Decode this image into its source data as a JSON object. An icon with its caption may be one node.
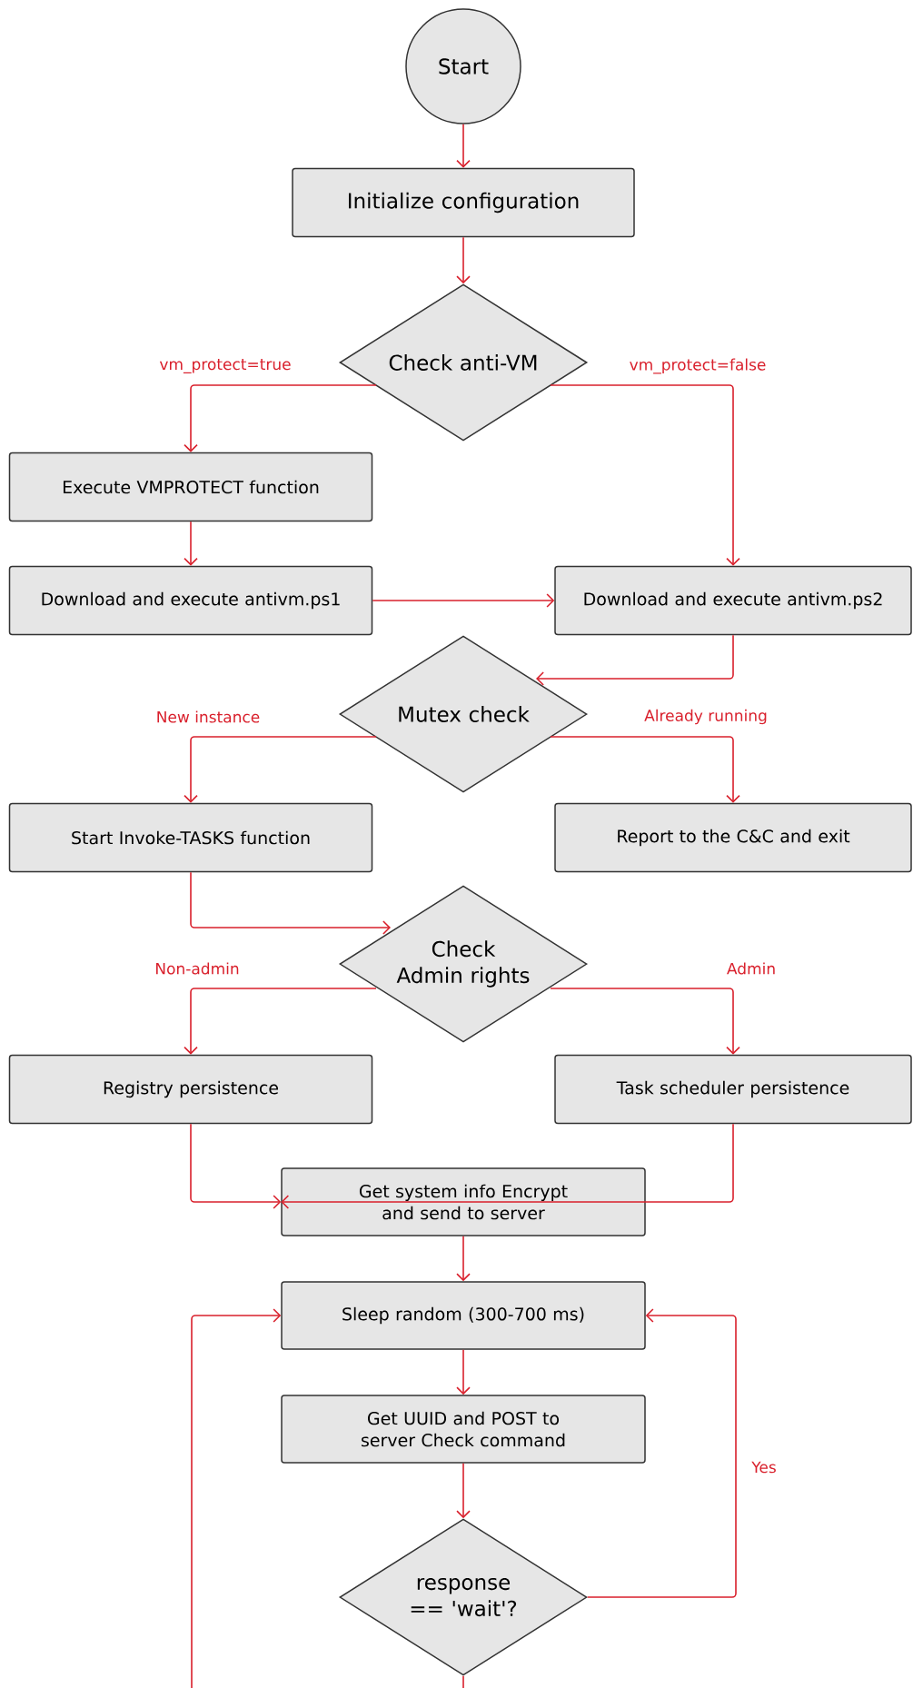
{
  "diagram": {
    "nodes": [
      {
        "text": [
          "Start"
        ]
      },
      {
        "text": [
          "Initialize configuration"
        ]
      },
      {
        "text": [
          "Check anti-VM"
        ]
      },
      {
        "text": [
          "Execute VMPROTECT function"
        ]
      },
      {
        "text": [
          "Download and execute antivm.ps1"
        ]
      },
      {
        "text": [
          "Download and execute antivm.ps2"
        ]
      },
      {
        "text": [
          "Mutex check"
        ]
      },
      {
        "text": [
          "Start Invoke-TASKS function"
        ]
      },
      {
        "text": [
          "Report to the C&C and exit"
        ]
      },
      {
        "text": [
          "Check Admin rights"
        ]
      },
      {
        "text": [
          "Registry persistence"
        ]
      },
      {
        "text": [
          "Task scheduler persistence"
        ]
      },
      {
        "text": [
          "Get system info Encrypt and send to server"
        ]
      },
      {
        "text": [
          "Sleep random (300-700 ms)"
        ]
      },
      {
        "text": [
          "Get UUID and POST to server Check command"
        ]
      },
      {
        "text": [
          "response == 'wait'?"
        ]
      }
    ],
    "edges": [
      {
        "from": 0,
        "to": 1,
        "arrow": "to"
      },
      {
        "from": 1,
        "to": 2,
        "arrow": "to"
      },
      {
        "from": 2,
        "to": 3,
        "arrow": "to",
        "label": "vm_protect=true"
      },
      {
        "from": 2,
        "to": 5,
        "arrow": "to",
        "label": "vm_protect=false"
      },
      {
        "from": 3,
        "to": 4,
        "arrow": "to"
      },
      {
        "from": 4,
        "to": 5,
        "arrow": "to"
      },
      {
        "from": 5,
        "to": 6,
        "arrow": "to"
      },
      {
        "from": 6,
        "to": 7,
        "arrow": "to",
        "label": "New instance"
      },
      {
        "from": 6,
        "to": 8,
        "arrow": "to",
        "label": "Already running"
      },
      {
        "from": 7,
        "to": 9,
        "arrow": "to"
      },
      {
        "from": 9,
        "to": 10,
        "arrow": "to",
        "label": "Non-admin"
      },
      {
        "from": 9,
        "to": 11,
        "arrow": "to",
        "label": "Admin"
      },
      {
        "from": 10,
        "to": 12,
        "arrow": "to"
      },
      {
        "from": 11,
        "to": 12,
        "arrow": "to"
      },
      {
        "from": 12,
        "to": 13,
        "arrow": "to"
      },
      {
        "from": 13,
        "to": 14,
        "arrow": "to"
      },
      {
        "from": 14,
        "to": 15,
        "arrow": "to"
      },
      {
        "from": 15,
        "to": 13,
        "arrow": "to",
        "label": "Yes"
      },
      {
        "from": 15,
        "to": null,
        "arrow": "none"
      },
      {
        "from": null,
        "to": 13,
        "arrow": "to"
      }
    ]
  }
}
